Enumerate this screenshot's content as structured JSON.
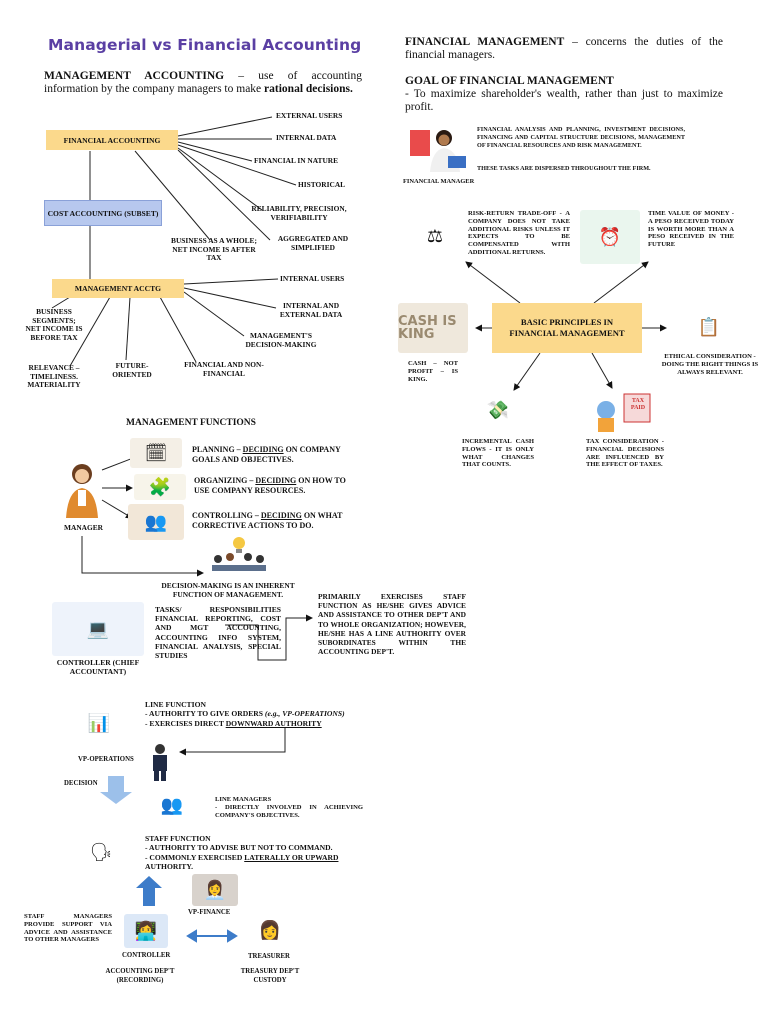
{
  "title": "Managerial vs Financial Accounting",
  "intro": {
    "term": "MANAGEMENT ACCOUNTING",
    "text": " – use of accounting information by the company managers to make ",
    "emph": "rational decisions."
  },
  "fin_acct": {
    "box": "FINANCIAL ACCOUNTING",
    "items": [
      "EXTERNAL USERS",
      "INTERNAL DATA",
      "FINANCIAL IN NATURE",
      "HISTORICAL",
      "RELIABILITY, PRECISION, VERIFIABILITY",
      "AGGREGATED AND SIMPLIFIED",
      "BUSINESS AS A WHOLE; NET INCOME IS AFTER TAX"
    ]
  },
  "cost_acct": {
    "box": "COST ACCOUNTING (SUBSET)"
  },
  "mgmt_acct": {
    "box": "MANAGEMENT ACCTG",
    "items": [
      "INTERNAL USERS",
      "INTERNAL AND EXTERNAL DATA",
      "MANAGEMENT'S DECISION-MAKING",
      "FINANCIAL AND NON-FINANCIAL",
      "FUTURE-ORIENTED",
      "RELEVANCE – TIMELINESS. MATERIALITY",
      "BUSINESS SEGMENTS; NET INCOME IS BEFORE TAX"
    ]
  },
  "mgmt_functions": {
    "heading": "MANAGEMENT FUNCTIONS",
    "manager": "MANAGER",
    "planning": {
      "pre": "PLANNING – ",
      "key": "DECIDING",
      "post": " ON COMPANY GOALS AND OBJECTIVES."
    },
    "organizing": {
      "pre": "ORGANIZING – ",
      "key": "DECIDING",
      "post": " ON HOW TO USE COMPANY RESOURCES."
    },
    "controlling": {
      "pre": "CONTROLLING – ",
      "key": "DECIDING",
      "post": " ON WHAT CORRECTIVE ACTIONS TO DO."
    },
    "decision": "DECISION-MAKING IS AN INHERENT FUNCTION OF MANAGEMENT."
  },
  "controller": {
    "label": "CONTROLLER (CHIEF ACCOUNTANT)",
    "tasks": "TASKS/ RESPONSIBILITIES FINANCIAL REPORTING, COST AND MGT ACCOUNTING, ACCOUNTING INFO SYSTEM, FINANCIAL ANALYSIS, SPECIAL STUDIES",
    "staff_note": "PRIMARILY EXERCISES STAFF FUNCTION AS HE/SHE GIVES ADVICE AND ASSISTANCE TO OTHER DEP'T AND TO WHOLE ORGANIZATION; HOWEVER, HE/SHE HAS A LINE AUTHORITY OVER SUBORDINATES WITHIN THE ACCOUNTING DEP'T."
  },
  "line_function": {
    "heading": "LINE FUNCTION",
    "b1_pre": "- AUTHORITY TO GIVE ORDERS ",
    "b1_em": "(e.g., VP-OPERATIONS)",
    "b2_pre": "- EXERCISES DIRECT ",
    "b2_key": "DOWNWARD AUTHORITY",
    "vp_ops": "VP-OPERATIONS",
    "decision": "DECISION",
    "line_managers": "LINE MANAGERS",
    "line_managers_desc": "- DIRECTLY INVOLVED IN ACHIEVING COMPANY'S OBJECTIVES."
  },
  "staff_function": {
    "heading": "STAFF FUNCTION",
    "b1": "- AUTHORITY TO ADVISE BUT NOT TO COMMAND.",
    "b2_pre": "- COMMONLY EXERCISED ",
    "b2_key": "LATERALLY OR UPWARD",
    "b2_post": " AUTHORITY.",
    "vp_finance": "VP-FINANCE",
    "staff_managers": "STAFF MANAGERS PROVIDE SUPPORT VIA ADVICE AND ASSISTANCE TO OTHER MANAGERS",
    "controller": "CONTROLLER",
    "treasurer": "TREASURER",
    "acct_dept": "ACCOUNTING DEP'T (RECORDING)",
    "treasury_dept": "TREASURY DEP'T CUSTODY"
  },
  "fin_mgmt": {
    "term": "FINANCIAL MANAGEMENT",
    "def": " – concerns the duties of the financial managers.",
    "goal_heading": "GOAL OF FINANCIAL MANAGEMENT",
    "goal": "- To maximize shareholder's wealth, rather than just to maximize profit.",
    "tasks": "FINANCIAL ANALYSIS AND PLANNING, INVESTMENT DECISIONS, FINANCING AND CAPITAL STRUCTURE DECISIONS, MANAGEMENT OF FINANCIAL RESOURCES AND RISK MANAGEMENT.",
    "dispersed": "THESE TASKS ARE DISPERSED THROUGHOUT THE FIRM.",
    "manager_label": "FINANCIAL MANAGER"
  },
  "principles": {
    "center": "BASIC PRINCIPLES IN FINANCIAL MANAGEMENT",
    "risk": "RISK-RETURN TRADE-OFF - A COMPANY DOES NOT TAKE ADDITIONAL RISKS UNLESS IT EXPECTS TO BE COMPENSATED WITH ADDITIONAL RETURNS.",
    "tvm": "TIME VALUE OF MONEY - A PESO RECEIVED TODAY IS WORTH MORE THAN A PESO RECEIVED IN THE FUTURE",
    "cash_img": "CASH IS KING",
    "cash": "CASH – NOT PROFIT – IS KING.",
    "ethical": "ETHICAL CONSIDERATION - DOING THE RIGHT THINGS IS ALWAYS RELEVANT.",
    "incremental": "INCREMENTAL CASH FLOWS - IT IS ONLY WHAT CHANGES THAT COUNTS.",
    "tax": "TAX CONSIDERATION - FINANCIAL DECISIONS ARE INFLUENCED BY THE EFFECT OF TAXES.",
    "tax_tag": "TAX PAID"
  },
  "colors": {
    "title": "#5a3fa3",
    "yellow_box": "#fbd98c",
    "blue_box": "#b7c8ee",
    "arrow_blue": "#7aa6e0"
  }
}
